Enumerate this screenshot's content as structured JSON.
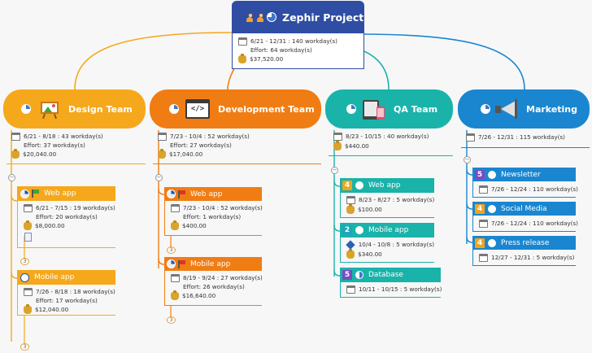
{
  "root": {
    "title": "Zephir Project",
    "dates": "6/21 - 12/31 : 140 workday(s)",
    "effort": "Effort: 64 workday(s)",
    "cost": "$37,520.00"
  },
  "teams": {
    "design": {
      "title": "Design Team",
      "dates": "6/21 - 8/18 : 43 workday(s)",
      "effort": "Effort: 37 workday(s)",
      "cost": "$20,040.00",
      "tasks": [
        {
          "title": "Web app",
          "dates": "6/21 - 7/15 : 19 workday(s)",
          "effort": "Effort: 20 workday(s)",
          "cost": "$8,000.00",
          "count": "3"
        },
        {
          "title": "Mobile app",
          "dates": "7/26 - 8/18 : 18 workday(s)",
          "effort": "Effort: 17 workday(s)",
          "cost": "$12,040.00",
          "count": "3"
        }
      ]
    },
    "development": {
      "title": "Development Team",
      "dates": "7/23 - 10/4 : 52 workday(s)",
      "effort": "Effort: 27 workday(s)",
      "cost": "$17,040.00",
      "tasks": [
        {
          "title": "Web app",
          "dates": "7/23 - 10/4 : 52 workday(s)",
          "effort": "Effort: 1 workday(s)",
          "cost": "$400.00",
          "count": "3"
        },
        {
          "title": "Mobile app",
          "dates": "8/19 - 9/24 : 27 workday(s)",
          "effort": "Effort: 26 workday(s)",
          "cost": "$16,640.00",
          "count": "3"
        }
      ]
    },
    "qa": {
      "title": "QA Team",
      "dates": "8/23 - 10/15 : 40 workday(s)",
      "cost": "$440.00",
      "tasks": [
        {
          "badge": "4",
          "title": "Web app",
          "dates": "8/23 - 8/27 : 5 workday(s)",
          "cost": "$100.00"
        },
        {
          "badge": "2",
          "title": "Mobile app",
          "dates": "10/4 - 10/8 : 5 workday(s)",
          "cost": "$340.00"
        },
        {
          "badge": "5",
          "title": "Database",
          "dates": "10/11 - 10/15 : 5 workday(s)"
        }
      ]
    },
    "marketing": {
      "title": "Marketing",
      "dates": "7/26 - 12/31 : 115 workday(s)",
      "tasks": [
        {
          "badge": "5",
          "title": "Newsletter",
          "dates": "7/26 - 12/24 : 110 workday(s)"
        },
        {
          "badge": "4",
          "title": "Social Media",
          "dates": "7/26 - 12/24 : 110 workday(s)"
        },
        {
          "badge": "4",
          "title": "Press release",
          "dates": "12/27 - 12/31 : 5 workday(s)"
        }
      ]
    }
  },
  "colors": {
    "root": "#2f4da3",
    "design": "#f5a81c",
    "development": "#f07d14",
    "qa": "#19b3aa",
    "marketing": "#1a86d0",
    "badge_4": "#f2a41c",
    "badge_2": "#1fa6b8",
    "badge_5": "#7a4cc0"
  },
  "icons": {
    "root": [
      "person-icon",
      "person-icon",
      "progress-pie-icon"
    ],
    "design": "easel-icon",
    "development": "code-window-icon",
    "qa": "devices-icon",
    "marketing": "megaphone-icon"
  }
}
